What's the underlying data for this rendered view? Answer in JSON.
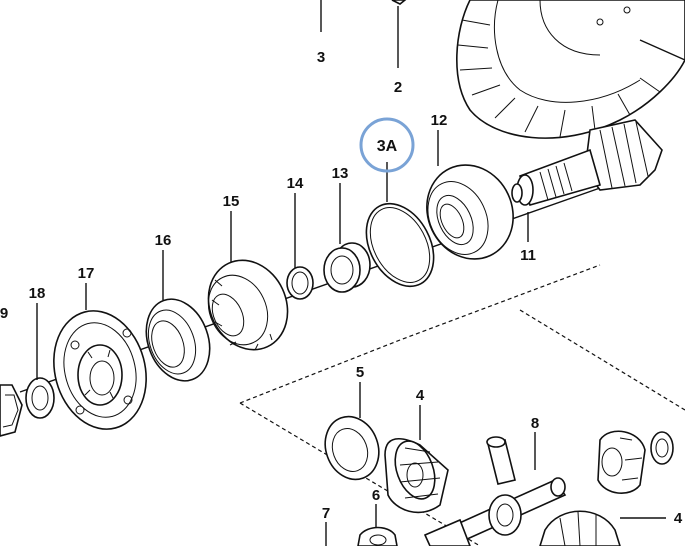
{
  "callouts": {
    "c3": "3",
    "c2": "2",
    "c3a": "3A",
    "c12": "12",
    "c14": "14",
    "c13": "13",
    "c15": "15",
    "c16": "16",
    "c17": "17",
    "c18": "18",
    "c9": "9",
    "c11": "11",
    "c5": "5",
    "c4a": "4",
    "c8": "8",
    "c6": "6",
    "c7": "7",
    "c4b": "4"
  },
  "colors": {
    "highlight_ring": "#7aa3d6",
    "line": "#111111"
  }
}
